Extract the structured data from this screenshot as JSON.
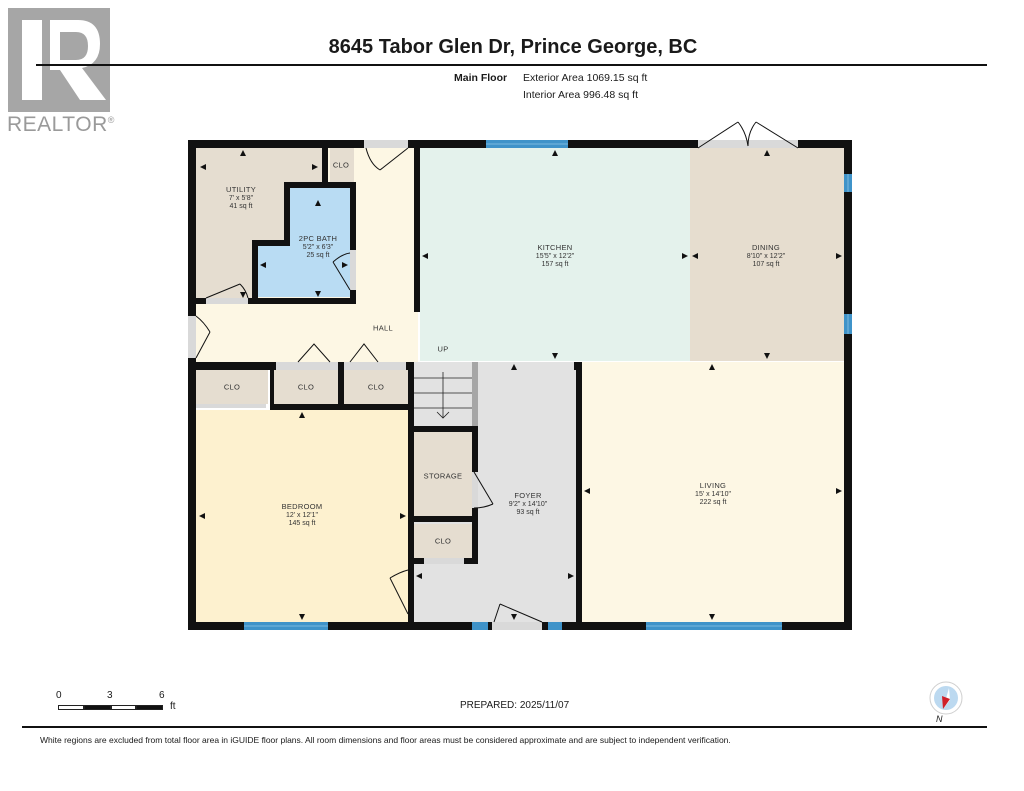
{
  "logo": {
    "text": "REALTOR",
    "mark": "®"
  },
  "header": {
    "title": "8645 Tabor Glen Dr, Prince George, BC",
    "floor_name": "Main Floor",
    "exterior_area": "Exterior Area 1069.15 sq ft",
    "interior_area": "Interior Area 996.48 sq ft"
  },
  "rooms": {
    "utility": {
      "name": "UTILITY",
      "dims": "7' x 5'8\"",
      "area": "41 sq ft",
      "color": "#e5ddd0"
    },
    "bath": {
      "name": "2PC BATH",
      "dims": "5'2\" x 6'3\"",
      "area": "25 sq ft",
      "color": "#b9dcf3"
    },
    "kitchen": {
      "name": "KITCHEN",
      "dims": "15'5\" x 12'2\"",
      "area": "157 sq ft",
      "color": "#e4f2ec"
    },
    "dining": {
      "name": "DINING",
      "dims": "8'10\" x 12'2\"",
      "area": "107 sq ft",
      "color": "#e6ddcf"
    },
    "hall": {
      "name": "HALL",
      "color": "#fdf7e4"
    },
    "bedroom": {
      "name": "BEDROOM",
      "dims": "12' x 12'1\"",
      "area": "145 sq ft",
      "color": "#fdf1cf"
    },
    "foyer": {
      "name": "FOYER",
      "dims": "9'2\" x 14'10\"",
      "area": "93 sq ft",
      "color": "#e2e2e2"
    },
    "living": {
      "name": "LIVING",
      "dims": "15' x 14'10\"",
      "area": "222 sq ft",
      "color": "#fdf7e4"
    },
    "storage": {
      "name": "STORAGE",
      "color": "#e5ddd0"
    },
    "closet_label": "CLO",
    "stairs_label": "UP"
  },
  "colors": {
    "wall": "#111111",
    "window": "#3f93c9",
    "door_gap": "#d9d9d9"
  },
  "footer": {
    "scale": {
      "ticks": [
        "0",
        "3",
        "6"
      ],
      "unit": "ft"
    },
    "prepared": "PREPARED: 2025/11/07",
    "compass_label": "N",
    "disclaimer": "White regions are excluded from total floor area in iGUIDE floor plans. All room dimensions and floor areas must be considered approximate and are subject to independent verification."
  }
}
